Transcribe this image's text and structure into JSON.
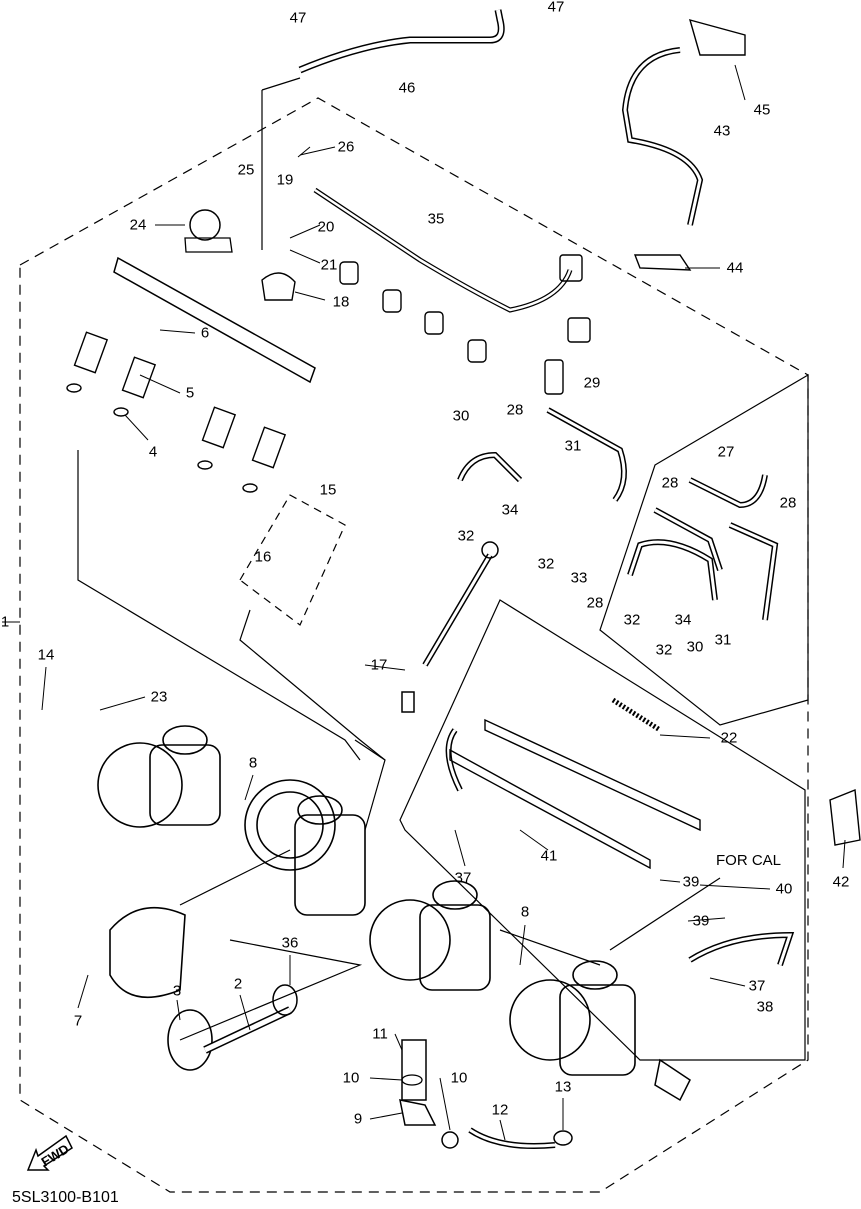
{
  "diagram": {
    "drawing_code": "5SL3100-B101",
    "note_for_cal": "FOR CAL",
    "fwd_label": "FWD",
    "fwd_icon": "forward-arrow-icon",
    "callouts": [
      "47",
      "47",
      "46",
      "45",
      "43",
      "44",
      "26",
      "25",
      "24",
      "19",
      "20",
      "21",
      "35",
      "18",
      "6",
      "5",
      "4",
      "29",
      "30",
      "28",
      "31",
      "27",
      "28",
      "28",
      "34",
      "32",
      "32",
      "33",
      "28",
      "32",
      "34",
      "30",
      "31",
      "32",
      "15",
      "16",
      "1",
      "14",
      "23",
      "17",
      "22",
      "8",
      "37",
      "41",
      "39",
      "40",
      "42",
      "39",
      "8",
      "37",
      "38",
      "36",
      "3",
      "2",
      "7",
      "11",
      "10",
      "10",
      "9",
      "12",
      "13"
    ]
  }
}
